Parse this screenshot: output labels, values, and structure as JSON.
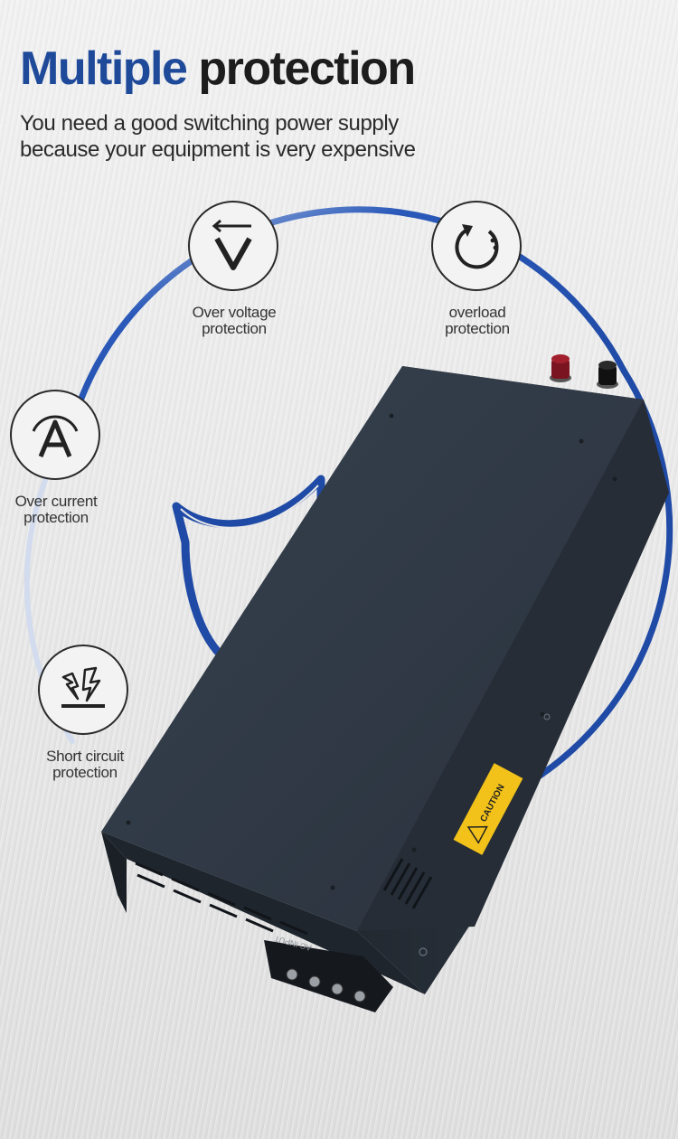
{
  "header": {
    "title_part1": "Multiple",
    "title_part2": "protection",
    "subtitle_line1": "You need a good switching power supply",
    "subtitle_line2": "because your equipment is very expensive"
  },
  "features": [
    {
      "icon": "over-voltage-icon",
      "line1": "Over voltage",
      "line2": "protection"
    },
    {
      "icon": "overload-icon",
      "line1": "overload",
      "line2": "protection"
    },
    {
      "icon": "over-current-icon",
      "line1": "Over current",
      "line2": "protection"
    },
    {
      "icon": "short-circuit-icon",
      "line1": "Short circuit",
      "line2": "protection"
    }
  ],
  "product": {
    "input_label": "AC INPUT",
    "warning_label": "CAUTION"
  },
  "colors": {
    "accent_blue": "#1f4a9a",
    "ring_blue": "#2453b3",
    "chassis": "#2d3641",
    "text_dark": "#1d1d1d"
  }
}
